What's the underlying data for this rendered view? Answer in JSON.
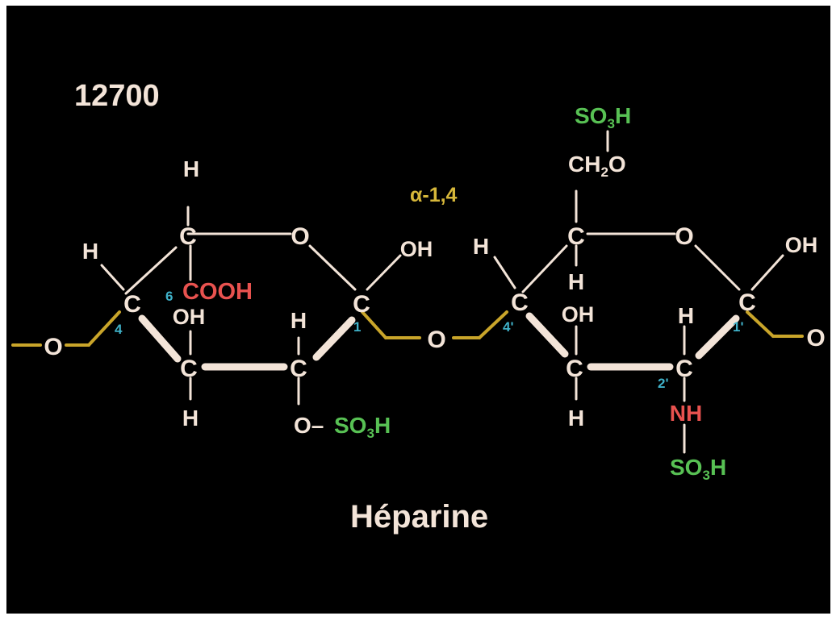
{
  "slide": {
    "number": "12700",
    "title": "Héparine"
  },
  "colors": {
    "background": "#000000",
    "atom": "#f3e4d8",
    "bond": "#f3e4d8",
    "glycosidic_bond": "#c9a52a",
    "carboxyl": "#e8524f",
    "sulfate": "#58c154",
    "ring_position": "#3fb1c8",
    "linkage_label": "#d6b73a"
  },
  "structure": {
    "linkage": "α-1,4",
    "ring_positions": [
      "4",
      "6",
      "1",
      "4'",
      "1'",
      "2'"
    ],
    "groups": {
      "carboxyl": "COOH",
      "hydroxyl": "OH",
      "hydrogen": "H",
      "carbon": "C",
      "oxygen": "O",
      "methylene": "CH",
      "methylene_sub": "2",
      "sulfate_head": "SO",
      "sulfate_sub": "3",
      "sulfate_tail": "H",
      "amino": "NH",
      "ester_bond": "O–"
    }
  }
}
